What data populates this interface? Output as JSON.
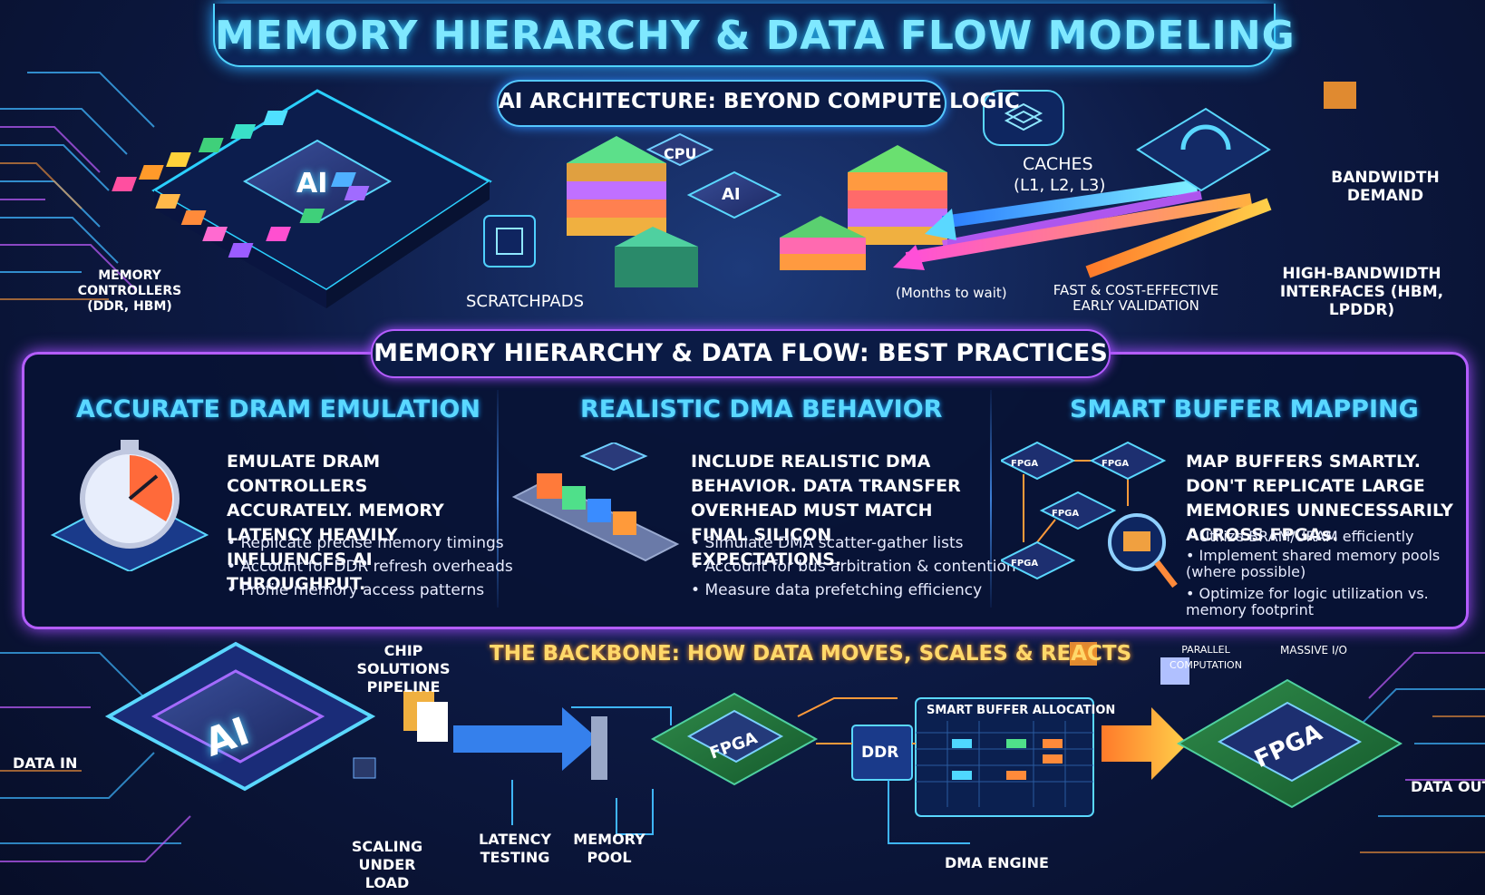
{
  "title": "MEMORY HIERARCHY & DATA FLOW MODELING",
  "top": {
    "subtitle": "AI ARCHITECTURE: BEYOND COMPUTE LOGIC",
    "chip_label": "AI",
    "cpu_label": "CPU",
    "ai_small_label": "AI",
    "memory_controllers": "MEMORY CONTROLLERS (DDR, HBM)",
    "scratchpads": "SCRATCHPADS",
    "caches": "CACHES",
    "caches_sub": "(L1, L2, L3)",
    "months": "(Months to wait)",
    "fast_validation": "FAST & COST-EFFECTIVE EARLY VALIDATION",
    "bandwidth_demand": "BANDWIDTH DEMAND",
    "high_bandwidth": "HIGH-BANDWIDTH INTERFACES (HBM, LPDDR)"
  },
  "practices": {
    "heading": "MEMORY HIERARCHY & DATA FLOW: BEST PRACTICES",
    "columns": [
      {
        "title": "ACCURATE DRAM EMULATION",
        "desc": "EMULATE DRAM CONTROLLERS ACCURATELY. MEMORY LATENCY HEAVILY INFLUENCES AI THROUGHPUT.",
        "bullets": [
          "Replicate precise memory timings",
          "Account for DDR refresh overheads",
          "Profile memory access patterns"
        ]
      },
      {
        "title": "REALISTIC DMA BEHAVIOR",
        "desc": "INCLUDE REALISTIC DMA BEHAVIOR. DATA TRANSFER OVERHEAD MUST MATCH FINAL SILICON EXPECTATIONS.",
        "bullets": [
          "Simulate DMA scatter-gather lists",
          "Account for bus arbitration & contention",
          "Measure data prefetching efficiency"
        ]
      },
      {
        "title": "SMART BUFFER MAPPING",
        "desc": "MAP BUFFERS SMARTLY. DON'T REPLICATE LARGE MEMORIES UNNECESSARILY ACROSS FPGAs.",
        "bullets": [
          "Utilize BRAM/URAM efficiently",
          "Implement shared memory pools (where possible)",
          "Optimize for logic utilization vs. memory footprint"
        ],
        "fpga_labels": [
          "FPGA",
          "FPGA",
          "FPGA",
          "FPGA"
        ]
      }
    ]
  },
  "bottom": {
    "backbone": "THE BACKBONE: HOW DATA MOVES, SCALES & REACTS",
    "chip_solutions": "CHIP SOLUTIONS PIPELINE",
    "data_in": "DATA IN",
    "data_out": "DATA OUT",
    "ai_chip": "AI",
    "scaling": "SCALING UNDER LOAD",
    "latency": "LATENCY TESTING",
    "memory_pool": "MEMORY POOL",
    "fpga_mid": "FPGA",
    "ddr": "DDR",
    "smart_buffer": "SMART BUFFER ALLOCATION",
    "dma_engine": "DMA ENGINE",
    "parallel": "PARALLEL COMPUTATION",
    "massive_io": "MASSIVE I/O",
    "fpga_right": "FPGA"
  }
}
